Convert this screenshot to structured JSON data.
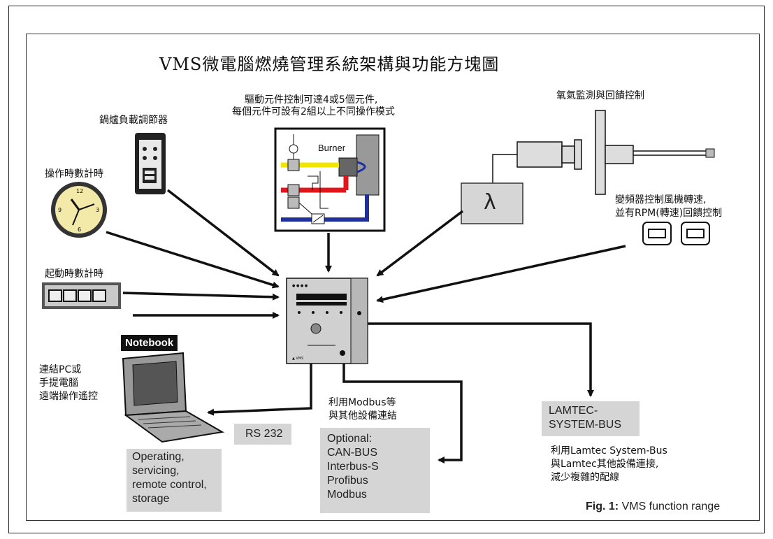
{
  "title": "VMS微電腦燃燒管理系統架構與功能方塊圖",
  "labels": {
    "load_regulator": "鍋爐負載調節器",
    "drive_control_line1": "驅動元件控制可達4或5個元件,",
    "drive_control_line2": "每個元件可設有2組以上不同操作模式",
    "oxygen": "氧氣監測與回饋控制",
    "operating_hours": "操作時數計時",
    "vfd_line1": "變頻器控制風機轉速,",
    "vfd_line2": "並有RPM(轉速)回饋控制",
    "start_counter": "起動時數計時",
    "notebook": "Notebook",
    "pc_line1": "連結PC或",
    "pc_line2": "手提電腦",
    "pc_line3": "遠端操作遙控",
    "modbus_line1": "利用Modbus等",
    "modbus_line2": "與其他設備連結",
    "burner": "Burner",
    "lambda": "λ",
    "rs232": "RS 232",
    "lamtec_bus_line1": "LAMTEC-",
    "lamtec_bus_line2": "SYSTEM-BUS",
    "lamtec_desc_line1": "利用Lamtec System-Bus",
    "lamtec_desc_line2": "與Lamtec其他設備連接,",
    "lamtec_desc_line3": "減少複雜的配線"
  },
  "notebook_functions": [
    "Operating,",
    "servicing,",
    "remote control,",
    "storage"
  ],
  "optional_buses": [
    "Optional:",
    "CAN-BUS",
    "Interbus-S",
    "Profibus",
    "Modbus"
  ],
  "clock_numbers": [
    "12",
    "3",
    "6",
    "9"
  ],
  "caption": {
    "prefix": "Fig. 1:",
    "text": "VMS  function range"
  },
  "colors": {
    "gas_line": "#f2e600",
    "air_line": "#e0161a",
    "flue_line": "#1f2f9c",
    "panel_grey": "#d5d5d5",
    "device_grey": "#9a9a9a"
  }
}
